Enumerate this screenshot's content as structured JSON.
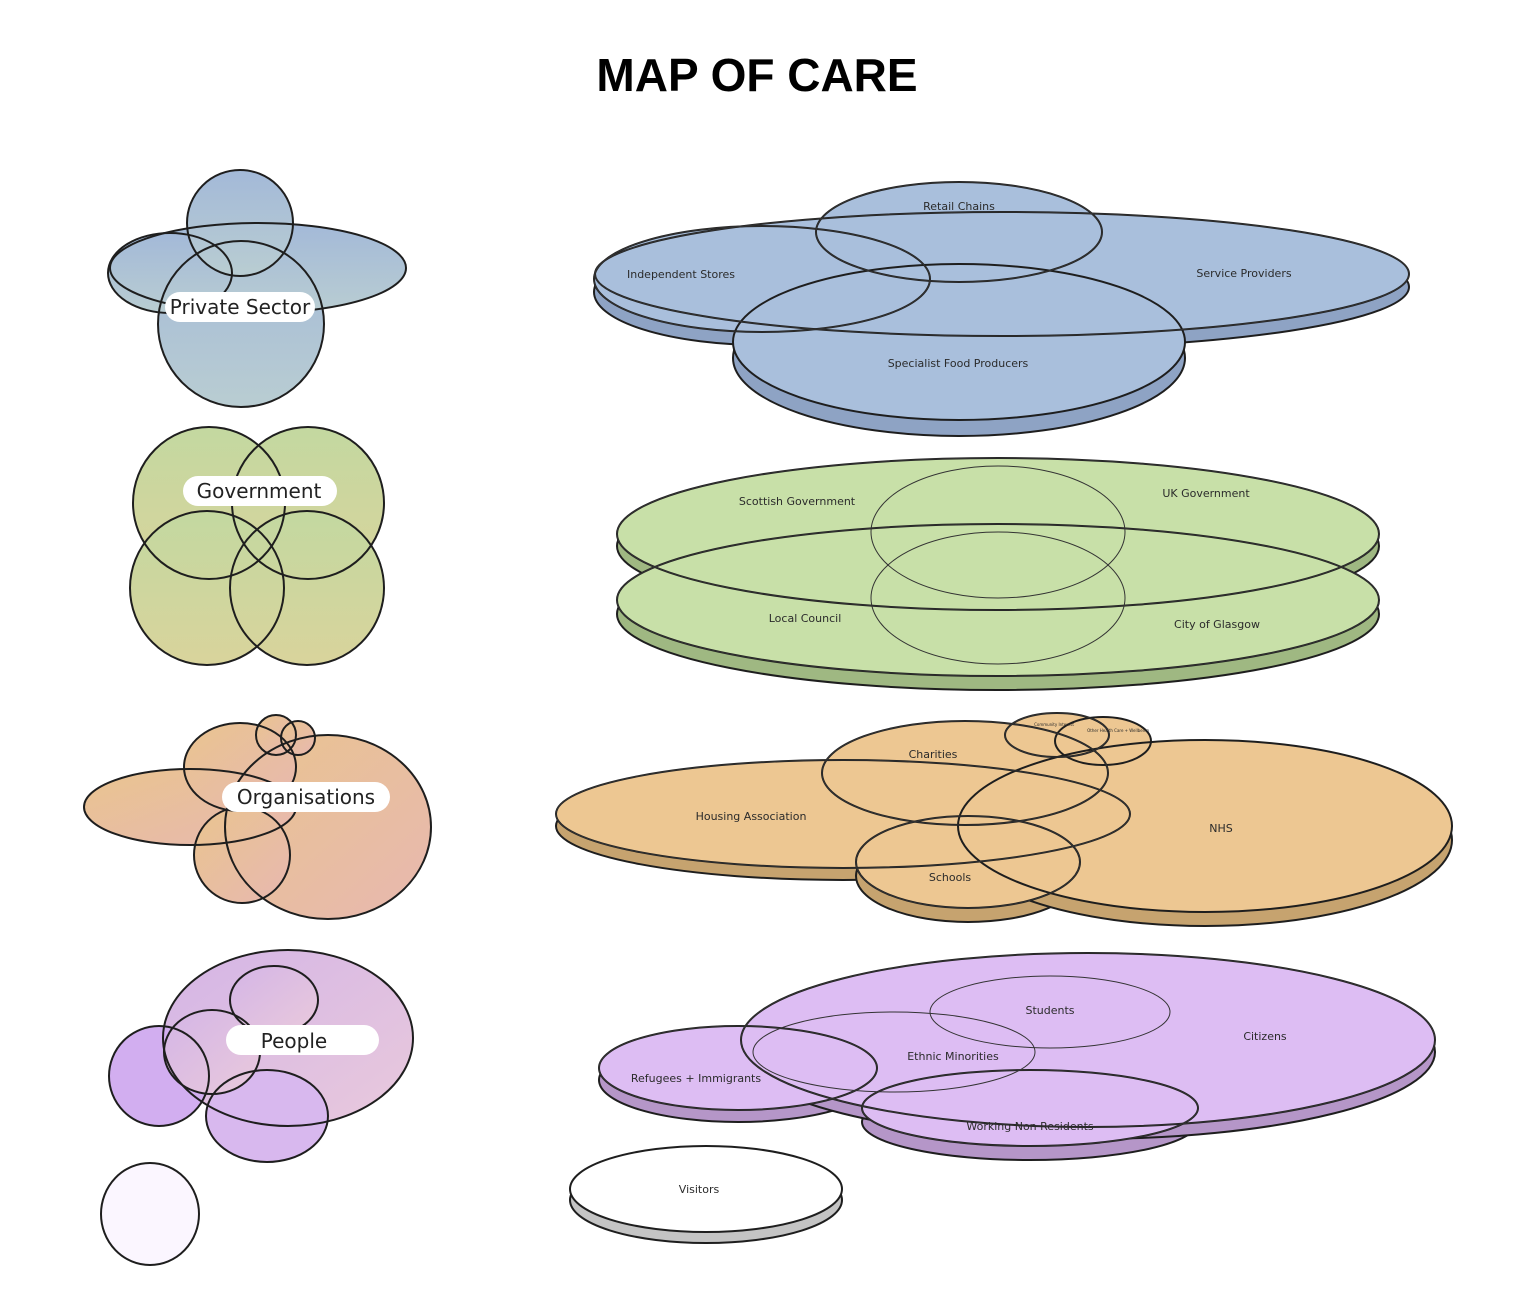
{
  "title": "MAP OF CARE",
  "colors": {
    "private_sector": "#a7bcd6",
    "government": "#c5dca2",
    "organisations": "#ebc592",
    "people": "#dcbbf2",
    "visitors": "#ffffff"
  },
  "groups": {
    "private_sector": {
      "label": "Private Sector",
      "members": [
        "Retail Chains",
        "Independent Stores",
        "Service Providers",
        "Specialist Food Producers"
      ]
    },
    "government": {
      "label": "Government",
      "members": [
        "Scottish Government",
        "UK Government",
        "Local Council",
        "City of Glasgow"
      ]
    },
    "organisations": {
      "label": "Organisations",
      "members": [
        "Charities",
        "Community Interest",
        "Other Health Care + Wellbeing",
        "Housing Association",
        "NHS",
        "Schools"
      ]
    },
    "people": {
      "label": "People",
      "members": [
        "Students",
        "Citizens",
        "Ethnic Minorities",
        "Refugees + Immigrants",
        "Working Non Residents",
        "Visitors"
      ]
    }
  }
}
